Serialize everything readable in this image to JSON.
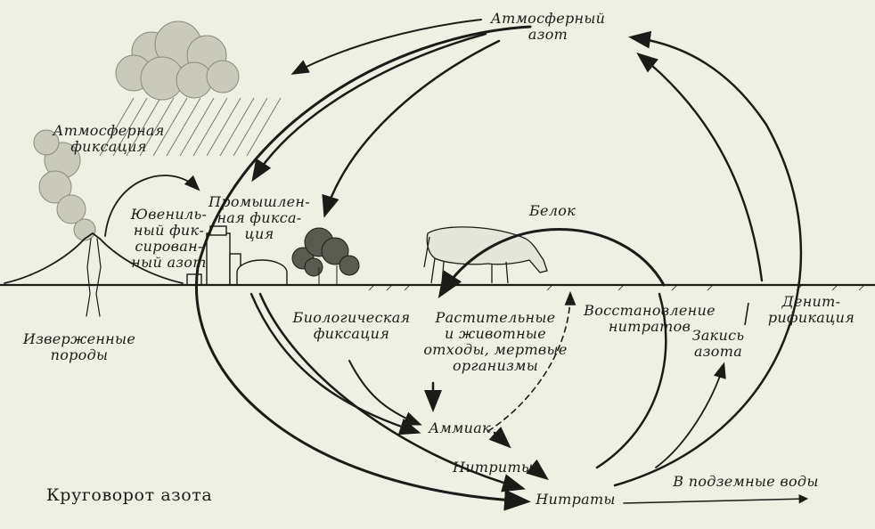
{
  "caption": "Круговорот азота",
  "labels": {
    "atm_nitrogen": "Атмосферный\nазот",
    "atm_fixation": "Атмосферная\nфиксация",
    "juvenile": "Ювениль-\nный фик-\nсирован-\nный азот",
    "industrial": "Промышлен-\nная фикса-\nция",
    "protein": "Белок",
    "igneous": "Изверженные\nпороды",
    "bio_fixation": "Биологическая\nфиксация",
    "waste": "Растительные\nи животные\nотходы, мертвые\nорганизмы",
    "nitrate_reduction": "Восстановление\nнитратов",
    "nitrous_oxide": "Закись\nазота",
    "denitrification": "Денит-\nрификация",
    "ammonia": "Аммиак",
    "nitrites": "Нитриты",
    "nitrates": "Нитраты",
    "groundwater": "В подземные воды"
  },
  "colors": {
    "ink": "#1b1b18",
    "paper": "#eef0e4",
    "cloud": "#c9cabb"
  }
}
